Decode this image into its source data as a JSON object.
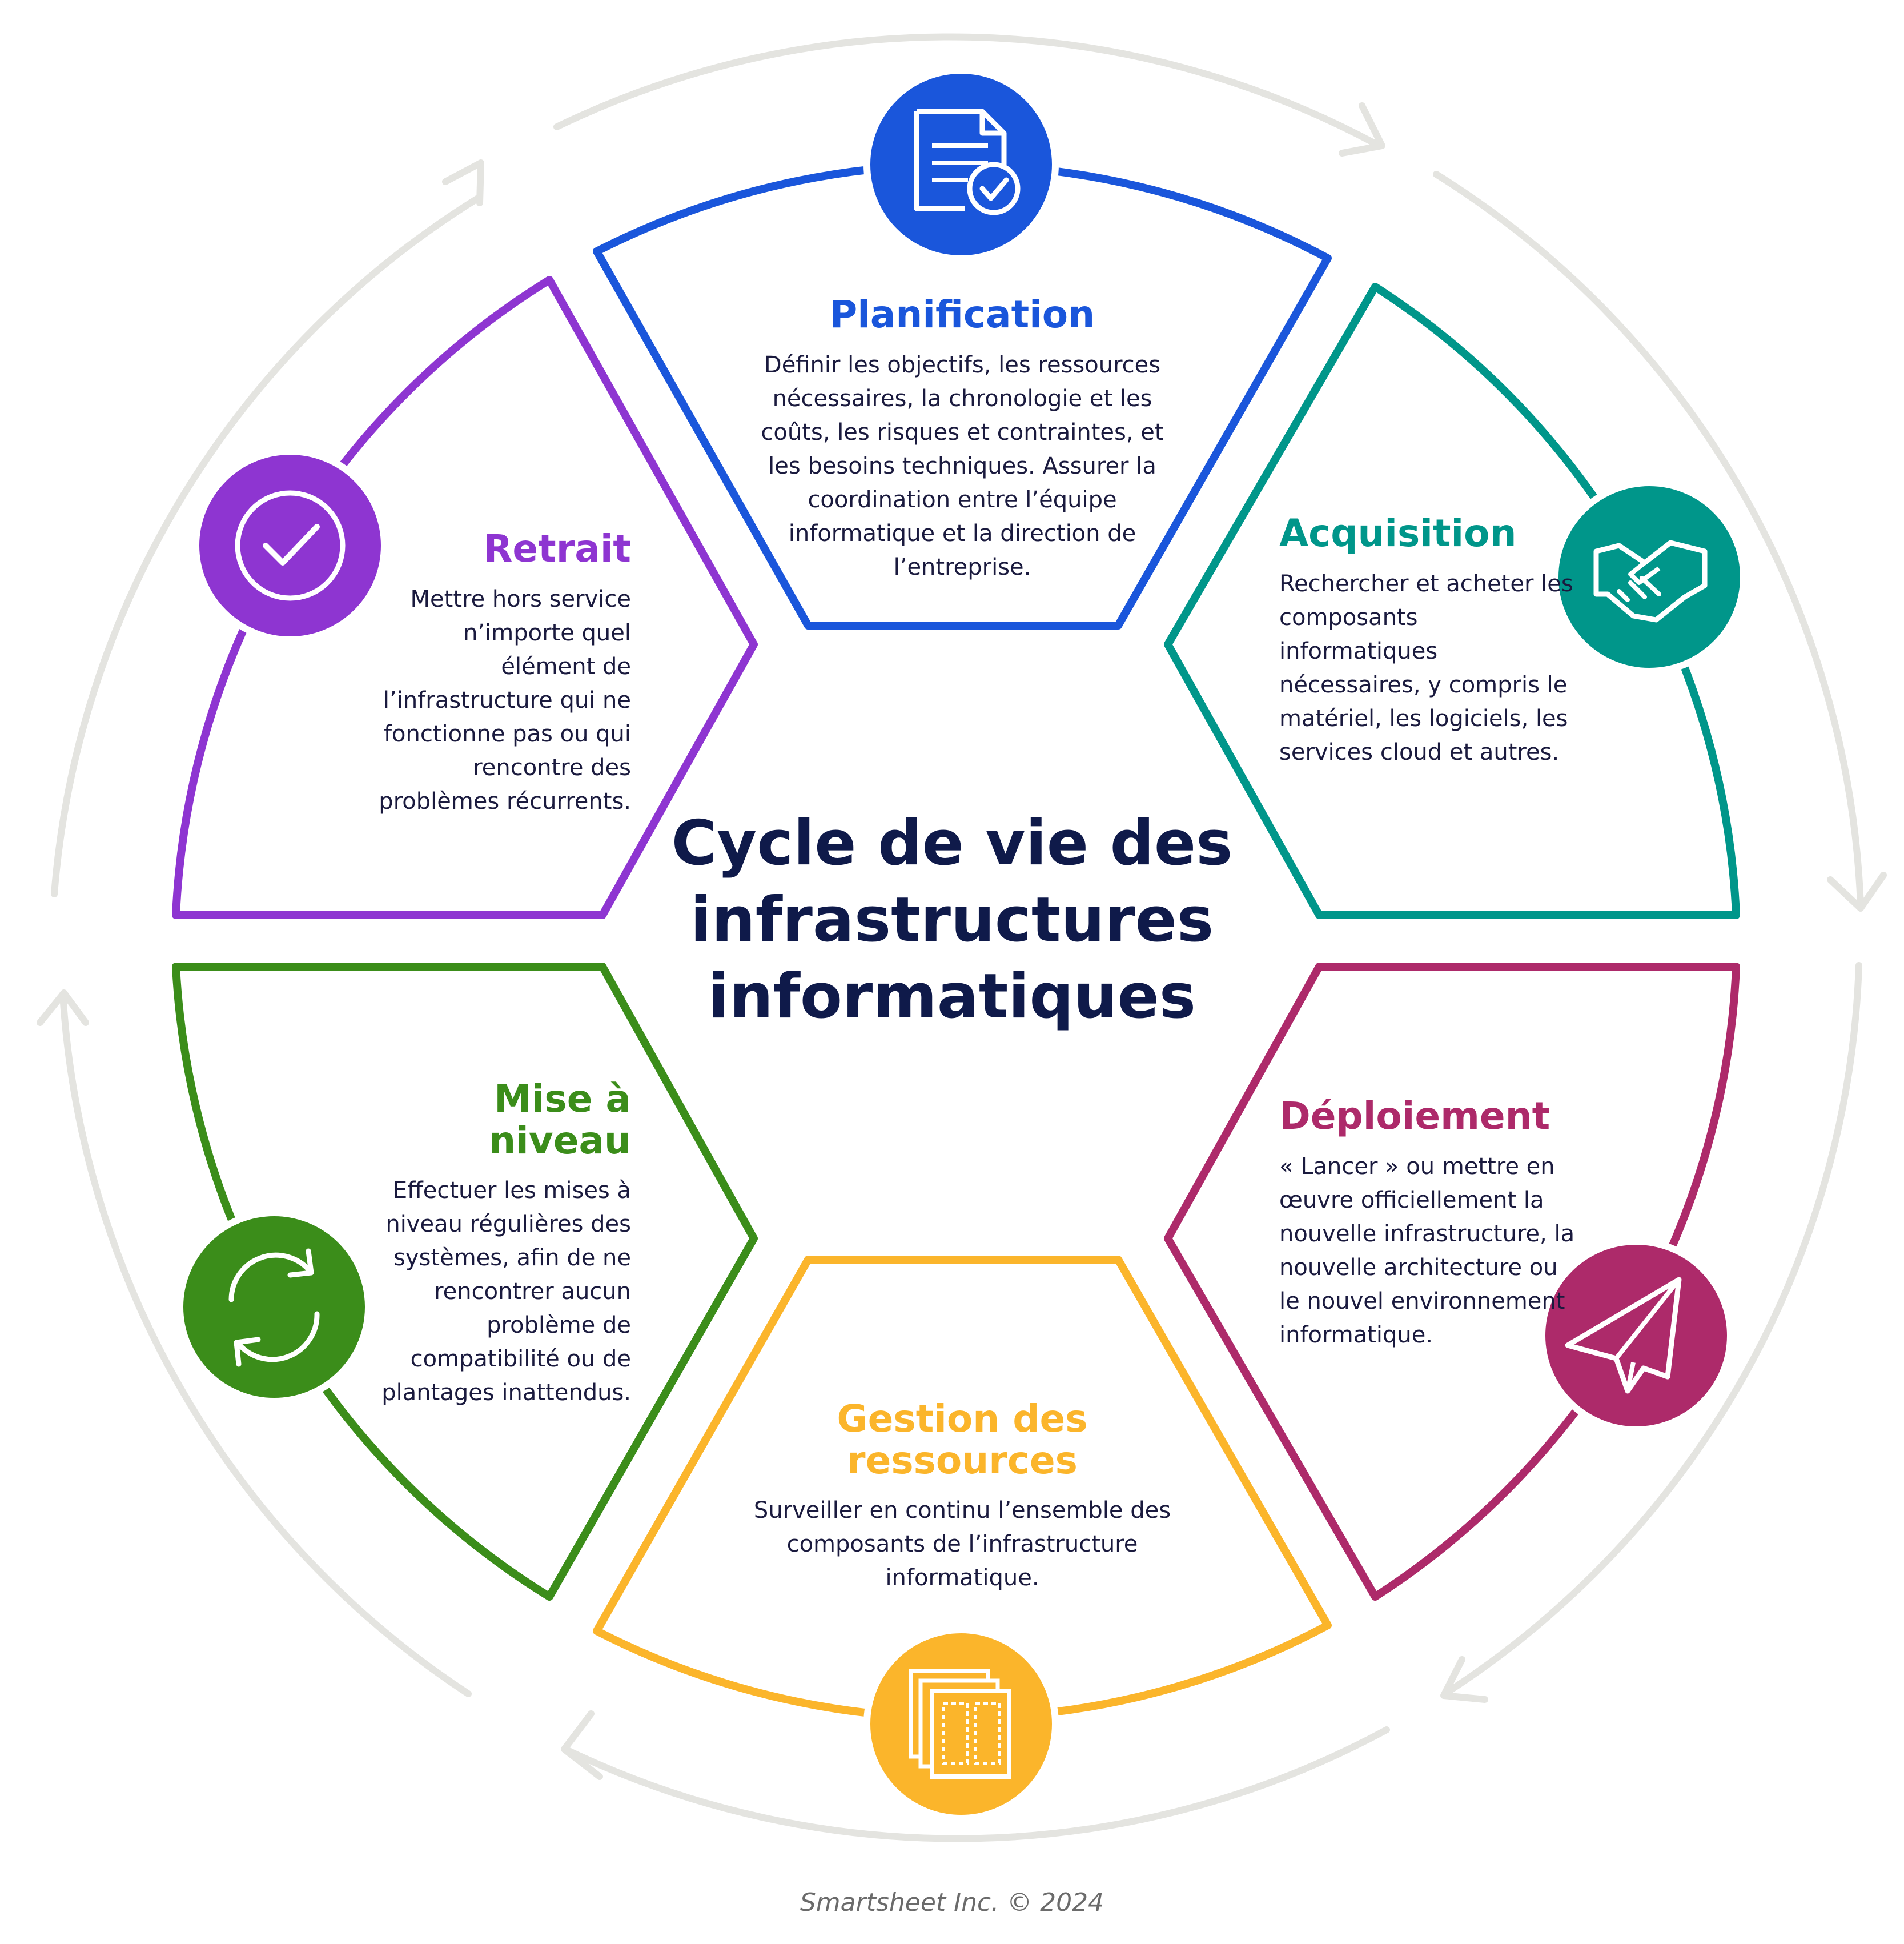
{
  "title": "Cycle de vie des infrastructures informatiques",
  "credit": "Smartsheet Inc. © 2024",
  "stages": {
    "planification": {
      "title": "Planification",
      "body": "Définir les objectifs, les ressources nécessaires, la chronologie et les coûts, les risques et contraintes, et les besoins techniques. Assurer la coordination entre l’équipe informatique et la direction de l’entreprise.",
      "color": "#1a56db",
      "icon": "document-check-icon"
    },
    "acquisition": {
      "title": "Acquisition",
      "body": "Rechercher et acheter les composants informatiques nécessaires, y compris le matériel, les logiciels, les services cloud et autres.",
      "color": "#00968a",
      "icon": "handshake-icon"
    },
    "deploiement": {
      "title": "Déploiement",
      "body": "« Lancer » ou mettre en œuvre officiellement la nouvelle infrastructure, la nouvelle architecture ou le nouvel environnement informatique.",
      "color": "#ad2a6a",
      "icon": "paper-plane-icon"
    },
    "gestion": {
      "title": "Gestion des ressources",
      "body": "Surveiller en continu l’ensemble des composants de l’infrastructure informatique.",
      "color": "#fbb52b",
      "icon": "stacked-pages-icon"
    },
    "mise_a_niveau": {
      "title": "Mise à niveau",
      "body": "Effectuer les mises à niveau régulières des systèmes, afin de ne rencontrer aucun problème de compatibilité ou de plantages inattendus.",
      "color": "#3b8d1a",
      "icon": "refresh-icon"
    },
    "retrait": {
      "title": "Retrait",
      "body": "Mettre hors service n’importe quel élément de l’infrastructure qui ne fonctionne pas ou qui rencontre des problèmes récurrents.",
      "color": "#8e35d1",
      "icon": "checkmark-icon"
    }
  },
  "colors": {
    "outer_ring": "#e4e4e0",
    "title": "#0f1a4a",
    "body_text": "#1a1a3e"
  }
}
